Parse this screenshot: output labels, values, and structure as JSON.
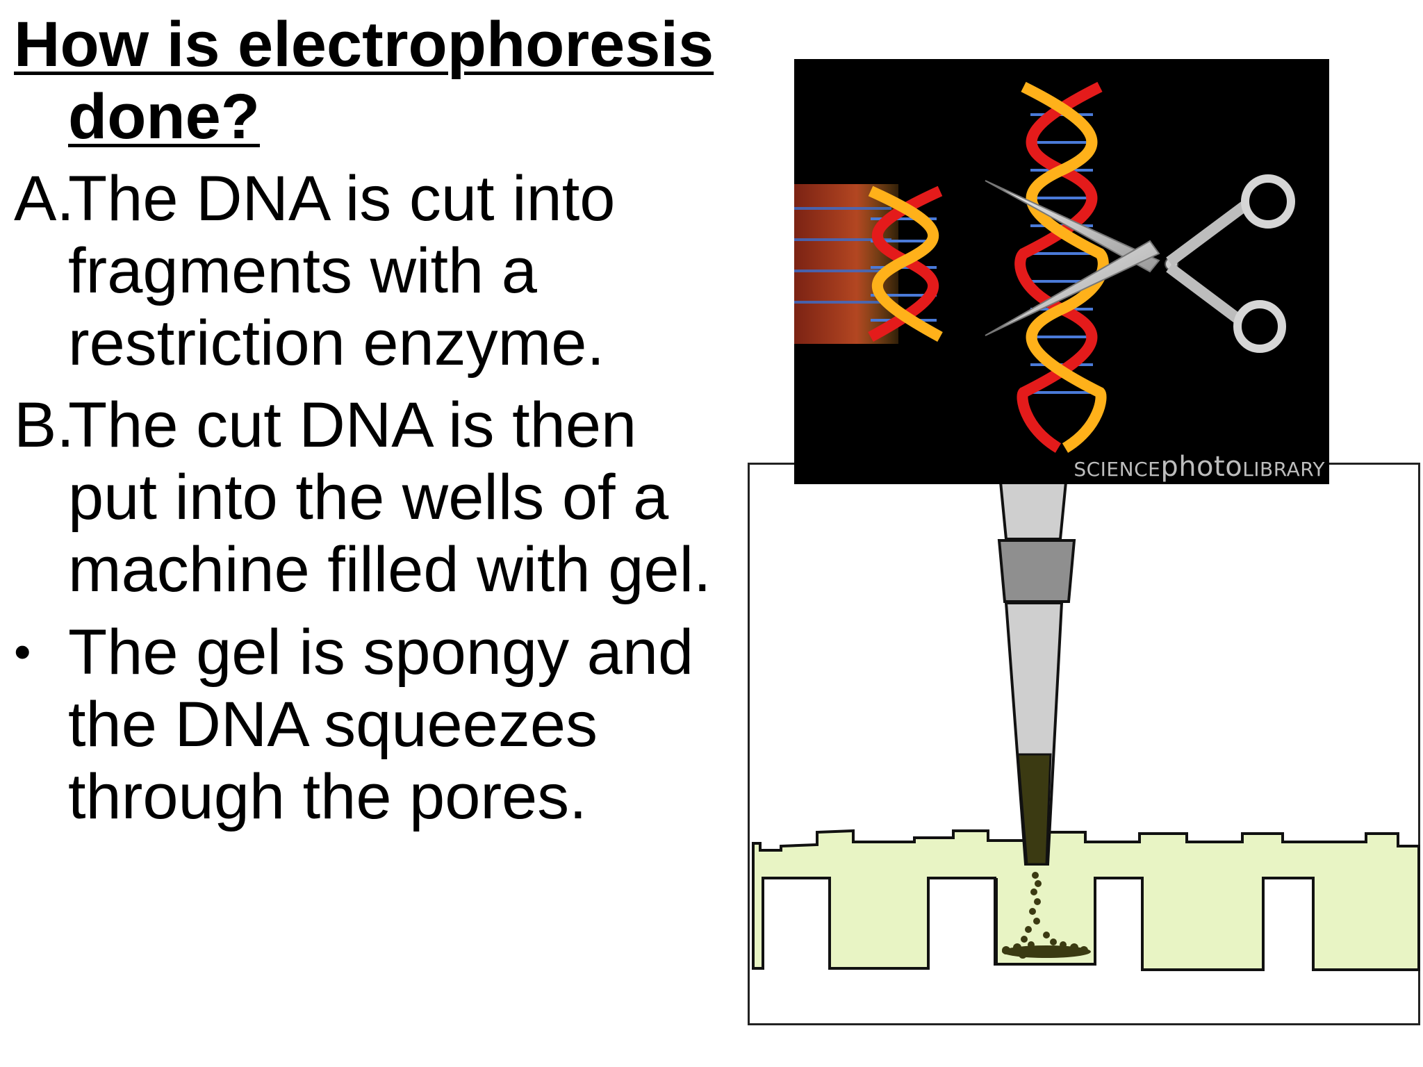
{
  "slide": {
    "title": "How is electrophoresis done?",
    "points": [
      {
        "marker": "A.",
        "text": "The DNA is cut into fragments with a restriction enzyme."
      },
      {
        "marker": "B.",
        "text": "The cut DNA is then put into the wells of a machine filled with gel."
      },
      {
        "marker": "•",
        "text": "The gel is spongy and the DNA squeezes through the pores."
      }
    ]
  },
  "photo": {
    "subject": "dna-helix-with-scissors",
    "watermark_prefix": "SCIENCE",
    "watermark_middle": "photo",
    "watermark_suffix": "LIBRARY"
  },
  "diagram": {
    "subject": "pipette-loading-dna-into-gel-well",
    "colors": {
      "gel": "#e8f4c4",
      "dna_sample": "#3b3a12",
      "pipette_light": "#cfcfcf",
      "pipette_dark": "#8f8f8f"
    }
  }
}
